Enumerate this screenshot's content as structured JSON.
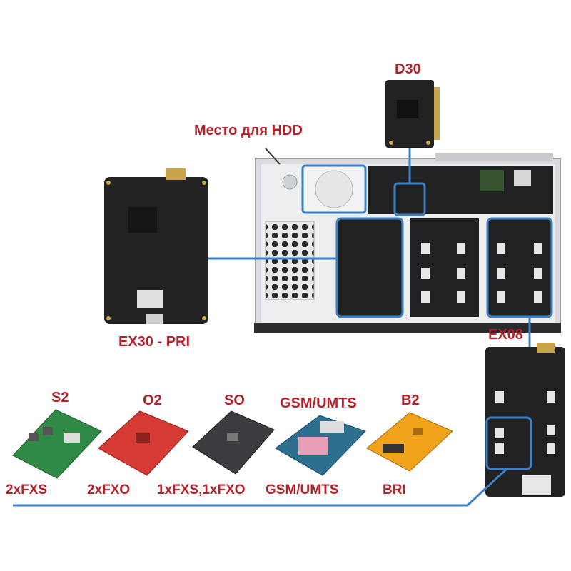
{
  "labels": {
    "d30": "D30",
    "hdd_slot": "Место для HDD",
    "ex30": "EX30 - PRI",
    "ex08": "EX08"
  },
  "modules": [
    {
      "name": "S2",
      "caption": "2xFXS",
      "board_color": "#2f8a45"
    },
    {
      "name": "O2",
      "caption": "2xFXO",
      "board_color": "#d63a35"
    },
    {
      "name": "SO",
      "caption": "1xFXS,1xFXO",
      "board_color": "#3b3d40"
    },
    {
      "name": "GSM/UMTS",
      "caption": "GSM/UMTS",
      "board_color": "#2c6f8e"
    },
    {
      "name": "B2",
      "caption": "BRI",
      "board_color": "#f0a21a"
    }
  ],
  "colors": {
    "label_text": "#b5202a",
    "highlight": "#3b7fc4",
    "pcb_dark": "#222222"
  }
}
